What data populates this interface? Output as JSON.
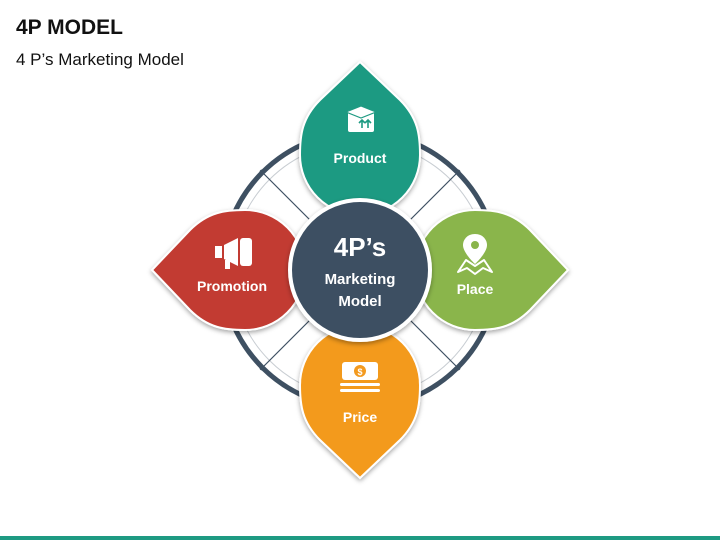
{
  "header": {
    "title": "4P MODEL",
    "subtitle": "4 P’s Marketing Model"
  },
  "center": {
    "line1": "4P’s",
    "line2": "Marketing",
    "line3": "Model",
    "color": "#3e5062"
  },
  "petals": [
    {
      "id": "product",
      "label": "Product",
      "color": "#1e9a82",
      "icon": "box-icon"
    },
    {
      "id": "place",
      "label": "Place",
      "color": "#8ab54b",
      "icon": "map-pin-icon"
    },
    {
      "id": "price",
      "label": "Price",
      "color": "#f39a1f",
      "icon": "money-icon"
    },
    {
      "id": "promotion",
      "label": "Promotion",
      "color": "#c23b32",
      "icon": "megaphone-icon"
    }
  ],
  "colors": {
    "ring": "#3e5062",
    "bottom_bar": "#1e9a82"
  }
}
